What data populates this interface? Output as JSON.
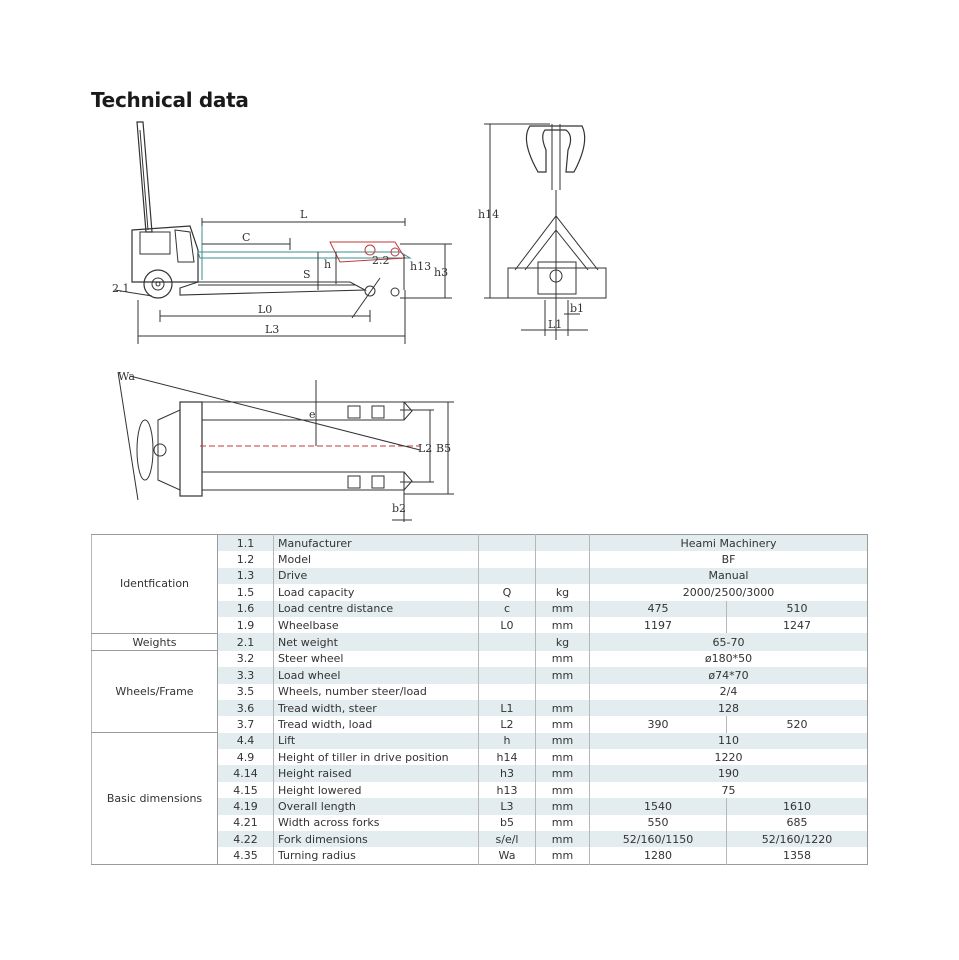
{
  "page": {
    "title": "Technical data"
  },
  "drawing_labels": {
    "side": {
      "L": "L",
      "C": "C",
      "L0": "L0",
      "L3": "L3",
      "S": "S",
      "h": "h",
      "h13": "h13",
      "h3": "h3",
      "a21": "2.1",
      "a22": "2.2"
    },
    "front": {
      "h14": "h14",
      "b1": "b1",
      "L1": "L1"
    },
    "top": {
      "Wa": "Wa",
      "e": "e",
      "L2": "L2",
      "B5": "B5",
      "b2": "b2"
    }
  },
  "table": {
    "groups": [
      {
        "label": "Identfication",
        "rows": [
          {
            "num": "1.1",
            "desc": "Manufacturer",
            "sym": "",
            "unit": "",
            "v1": "Heami Machinery",
            "v2": null
          },
          {
            "num": "1.2",
            "desc": "Model",
            "sym": "",
            "unit": "",
            "v1": "BF",
            "v2": null
          },
          {
            "num": "1.3",
            "desc": "Drive",
            "sym": "",
            "unit": "",
            "v1": "Manual",
            "v2": null
          },
          {
            "num": "1.5",
            "desc": "Load capacity",
            "sym": "Q",
            "unit": "kg",
            "v1": "2000/2500/3000",
            "v2": null
          },
          {
            "num": "1.6",
            "desc": "Load centre distance",
            "sym": "c",
            "unit": "mm",
            "v1": "475",
            "v2": "510"
          },
          {
            "num": "1.9",
            "desc": "Wheelbase",
            "sym": "L0",
            "unit": "mm",
            "v1": "1197",
            "v2": "1247"
          }
        ]
      },
      {
        "label": "Weights",
        "rows": [
          {
            "num": "2.1",
            "desc": "Net weight",
            "sym": "",
            "unit": "kg",
            "v1": "65-70",
            "v2": null
          }
        ]
      },
      {
        "label": "Wheels/Frame",
        "rows": [
          {
            "num": "3.2",
            "desc": "Steer wheel",
            "sym": "",
            "unit": "mm",
            "v1": "ø180*50",
            "v2": null
          },
          {
            "num": "3.3",
            "desc": "Load wheel",
            "sym": "",
            "unit": "mm",
            "v1": "ø74*70",
            "v2": null
          },
          {
            "num": "3.5",
            "desc": "Wheels, number steer/load",
            "sym": "",
            "unit": "",
            "v1": "2/4",
            "v2": null
          },
          {
            "num": "3.6",
            "desc": "Tread width, steer",
            "sym": "L1",
            "unit": "mm",
            "v1": "128",
            "v2": null
          },
          {
            "num": "3.7",
            "desc": "Tread width, load",
            "sym": "L2",
            "unit": "mm",
            "v1": "390",
            "v2": "520"
          }
        ]
      },
      {
        "label": "Basic dimensions",
        "rows": [
          {
            "num": "4.4",
            "desc": "Lift",
            "sym": "h",
            "unit": "mm",
            "v1": "110",
            "v2": null
          },
          {
            "num": "4.9",
            "desc": "Height of tiller in drive position",
            "sym": "h14",
            "unit": "mm",
            "v1": "1220",
            "v2": null
          },
          {
            "num": "4.14",
            "desc": "Height raised",
            "sym": "h3",
            "unit": "mm",
            "v1": "190",
            "v2": null
          },
          {
            "num": "4.15",
            "desc": "Height lowered",
            "sym": "h13",
            "unit": "mm",
            "v1": "75",
            "v2": null
          },
          {
            "num": "4.19",
            "desc": "Overall length",
            "sym": "L3",
            "unit": "mm",
            "v1": "1540",
            "v2": "1610"
          },
          {
            "num": "4.21",
            "desc": "Width across forks",
            "sym": "b5",
            "unit": "mm",
            "v1": "550",
            "v2": "685"
          },
          {
            "num": "4.22",
            "desc": "Fork dimensions",
            "sym": "s/e/l",
            "unit": "mm",
            "v1": "52/160/1150",
            "v2": "52/160/1220"
          },
          {
            "num": "4.35",
            "desc": "Turning radius",
            "sym": "Wa",
            "unit": "mm",
            "v1": "1280",
            "v2": "1358"
          }
        ]
      }
    ]
  }
}
